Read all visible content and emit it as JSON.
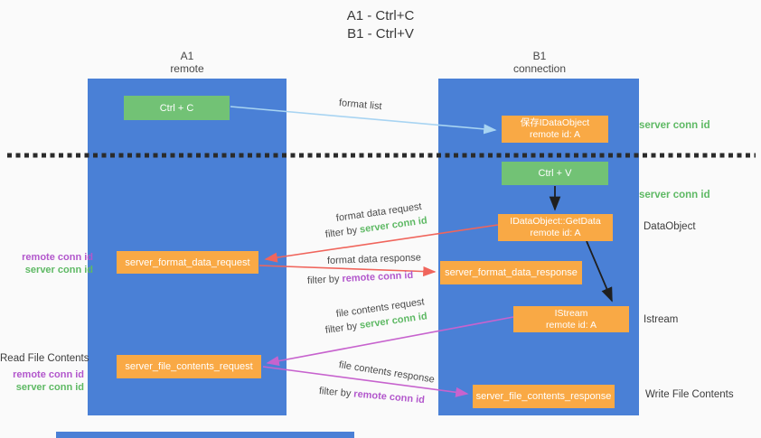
{
  "title": {
    "line1": "A1 - Ctrl+C",
    "line2": "B1 - Ctrl+V"
  },
  "columns": {
    "left": {
      "name": "A1",
      "role": "remote"
    },
    "right": {
      "name": "B1",
      "role": "connection"
    }
  },
  "nodes": {
    "ctrl_c": "Ctrl + C",
    "save_dataobject": {
      "line1": "保存IDataObject",
      "line2": "remote id: A"
    },
    "ctrl_v": "Ctrl + V",
    "getdata": {
      "line1": "IDataObject::GetData",
      "line2": "remote id: A"
    },
    "format_request": "server_format_data_request",
    "format_response": "server_format_data_response",
    "istream": {
      "line1": "IStream",
      "line2": "remote id: A"
    },
    "file_request": "server_file_contents_request",
    "file_response": "server_file_contents_response"
  },
  "arrow_labels": {
    "format_list": "format list",
    "format_data_request": {
      "text": "format data request",
      "filter_prefix": "filter by",
      "filter_key": "server conn id"
    },
    "format_data_response": {
      "text": "format data response",
      "filter_prefix": "filter by",
      "filter_key": "remote conn id"
    },
    "file_contents_request": {
      "text": "file contents request",
      "filter_prefix": "filter by",
      "filter_key": "server conn id"
    },
    "file_contents_response": {
      "text": "file contents response",
      "filter_prefix": "filter by",
      "filter_key": "remote conn id"
    }
  },
  "side_labels": {
    "server_conn_id_top": "server conn id",
    "server_conn_id_mid": "server conn id",
    "dataobject": "DataObject",
    "istream": "Istream",
    "read_file_contents": "Read File Contents",
    "write_file_contents": "Write File Contents",
    "format_request_remote_id": "remote conn id",
    "format_request_server_id": "server conn id",
    "file_request_remote_id": "remote conn id",
    "file_request_server_id": "server conn id"
  },
  "colors": {
    "column_blue": "#4a80d6",
    "box_green": "#72c275",
    "box_orange": "#f9a945",
    "text_green": "#5eb964",
    "text_purple": "#b257cc",
    "arrow_lightblue": "#a8d4f2",
    "arrow_red": "#f0655c",
    "arrow_magenta": "#c763ce",
    "arrow_black": "#1f1f1f"
  }
}
